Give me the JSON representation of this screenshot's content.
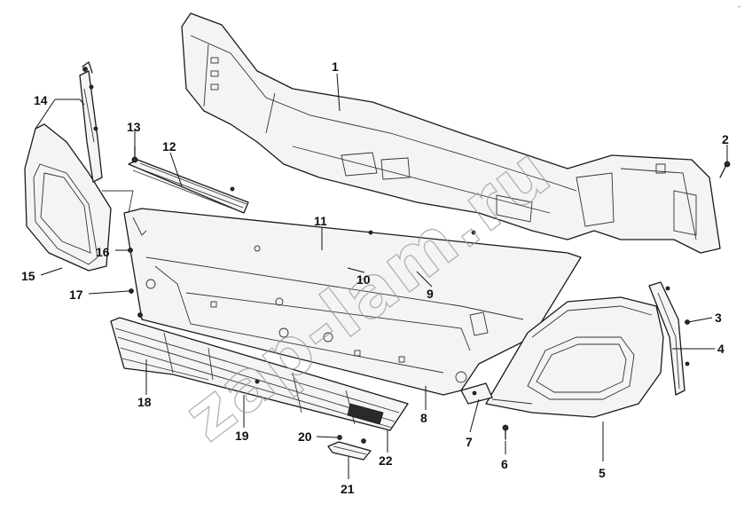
{
  "watermark": "zap-lam.ru",
  "corner_mark": "-",
  "callouts": [
    {
      "id": "1",
      "label": "1"
    },
    {
      "id": "2",
      "label": "2"
    },
    {
      "id": "3",
      "label": "3"
    },
    {
      "id": "4",
      "label": "4"
    },
    {
      "id": "5",
      "label": "5"
    },
    {
      "id": "6",
      "label": "6"
    },
    {
      "id": "7",
      "label": "7"
    },
    {
      "id": "8",
      "label": "8"
    },
    {
      "id": "9",
      "label": "9"
    },
    {
      "id": "10",
      "label": "10"
    },
    {
      "id": "11",
      "label": "11"
    },
    {
      "id": "12",
      "label": "12"
    },
    {
      "id": "13",
      "label": "13"
    },
    {
      "id": "14",
      "label": "14"
    },
    {
      "id": "15",
      "label": "15"
    },
    {
      "id": "16",
      "label": "16"
    },
    {
      "id": "17",
      "label": "17"
    },
    {
      "id": "18",
      "label": "18"
    },
    {
      "id": "19",
      "label": "19"
    },
    {
      "id": "20",
      "label": "20"
    },
    {
      "id": "21",
      "label": "21"
    },
    {
      "id": "22",
      "label": "22"
    }
  ]
}
